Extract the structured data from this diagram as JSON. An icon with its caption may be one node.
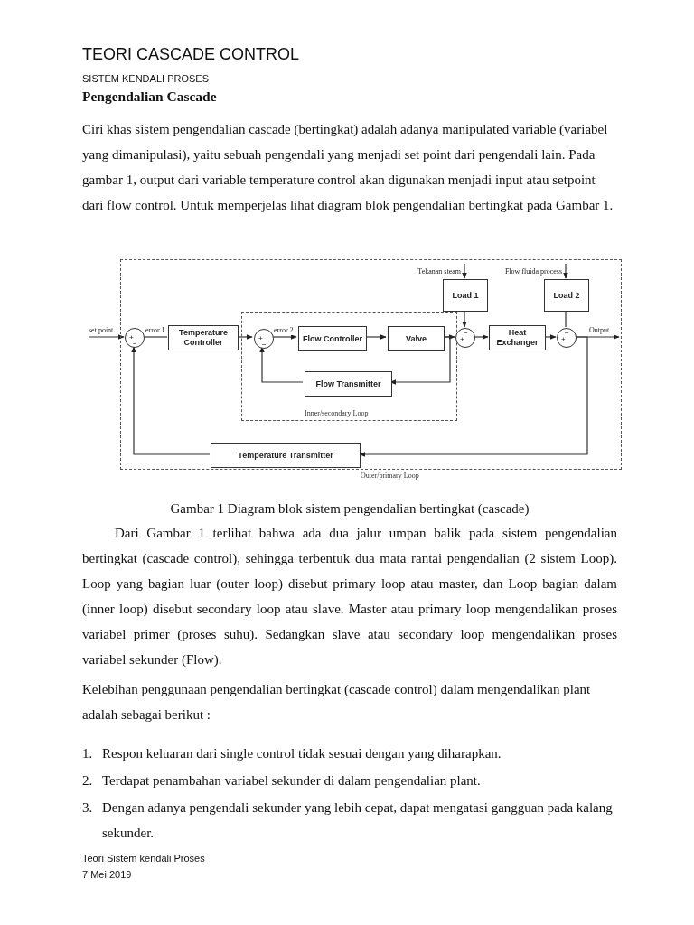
{
  "diagram": {
    "title": "TEORI CASCADE CONTROL",
    "caption": "Gambar 1 Diagram blok sistem pengendalian bertingkat (cascade)",
    "nodes": [
      {
        "text": [
          "Outer/primary Loop"
        ]
      },
      {
        "text": [
          "+",
          "−"
        ],
        "in": 0
      },
      {
        "text": [
          "Temperature Controller"
        ],
        "in": 0
      },
      {
        "text": [
          "Inner/secondary Loop"
        ],
        "in": 0
      },
      {
        "text": [
          "+",
          "−"
        ],
        "in": 3
      },
      {
        "text": [
          "Flow Controller"
        ],
        "in": 3
      },
      {
        "text": [
          "Valve"
        ],
        "in": 3
      },
      {
        "text": [
          "Flow Transmitter"
        ],
        "in": 3
      },
      {
        "text": [
          "Load 1"
        ],
        "in": 0
      },
      {
        "text": [
          "−",
          "+"
        ],
        "in": 0
      },
      {
        "text": [
          "Heat Exchanger"
        ],
        "in": 0
      },
      {
        "text": [
          "Load 2"
        ],
        "in": 0
      },
      {
        "text": [
          "−",
          "+"
        ],
        "in": 0
      },
      {
        "text": [
          "Temperature Transmitter"
        ],
        "in": 0
      }
    ],
    "edges": [
      {
        "from": null,
        "to": 1,
        "arrow": "to",
        "label": "set point"
      },
      {
        "from": 1,
        "to": 2,
        "arrow": "none",
        "label": "error 1"
      },
      {
        "from": 2,
        "to": 4,
        "arrow": "to"
      },
      {
        "from": 4,
        "to": 5,
        "arrow": "to",
        "label": "error 2"
      },
      {
        "from": 5,
        "to": 6,
        "arrow": "to"
      },
      {
        "from": 6,
        "to": 9,
        "arrow": "to"
      },
      {
        "from": 6,
        "to": 7,
        "arrow": "to"
      },
      {
        "from": 7,
        "to": 4,
        "arrow": "to"
      },
      {
        "from": null,
        "to": 8,
        "arrow": "to",
        "label": "Tekanan steam"
      },
      {
        "from": null,
        "to": 11,
        "arrow": "to",
        "label": "Flow fluida process"
      },
      {
        "from": 8,
        "to": 9,
        "arrow": "to"
      },
      {
        "from": 9,
        "to": 10,
        "arrow": "to"
      },
      {
        "from": 10,
        "to": 12,
        "arrow": "to"
      },
      {
        "from": 11,
        "to": 12,
        "arrow": "none"
      },
      {
        "from": 12,
        "to": null,
        "arrow": "to",
        "label": "Output"
      },
      {
        "from": 12,
        "to": 13,
        "arrow": "to"
      },
      {
        "from": 13,
        "to": 1,
        "arrow": "to"
      }
    ],
    "labels": [
      "SISTEM KENDALI PROSES",
      "Pengendalian Cascade",
      "Ciri khas sistem pengendalian cascade (bertingkat) adalah adanya manipulated variable (variabel yang dimanipulasi), yaitu sebuah pengendali yang menjadi set point dari pengendali lain. Pada gambar 1, output dari variable temperature control akan digunakan menjadi input atau setpoint dari flow control. Untuk memperjelas lihat diagram blok pengendalian bertingkat pada Gambar 1.",
      "Dari Gambar 1 terlihat bahwa ada dua jalur umpan balik pada sistem pengendalian bertingkat (cascade control), sehingga terbentuk dua mata rantai pengendalian (2 sistem Loop). Loop yang bagian luar (outer loop) disebut primary loop atau master, dan Loop bagian dalam (inner loop) disebut secondary loop atau slave. Master atau primary loop mengendalikan proses variabel primer (proses suhu). Sedangkan slave atau secondary loop mengendalikan proses variabel sekunder (Flow).",
      "Kelebihan penggunaan pengendalian bertingkat (cascade control) dalam mengendalikan plant adalah sebagai berikut :",
      "1.",
      "Respon keluaran dari single control tidak sesuai dengan yang diharapkan.",
      "2.",
      "Terdapat penambahan variabel sekunder di dalam pengendalian plant.",
      "3.",
      "Dengan adanya pengendali sekunder yang lebih cepat, dapat mengatasi gangguan pada kalang sekunder.",
      "Teori Sistem kendali Proses",
      "7 Mei 2019"
    ]
  }
}
